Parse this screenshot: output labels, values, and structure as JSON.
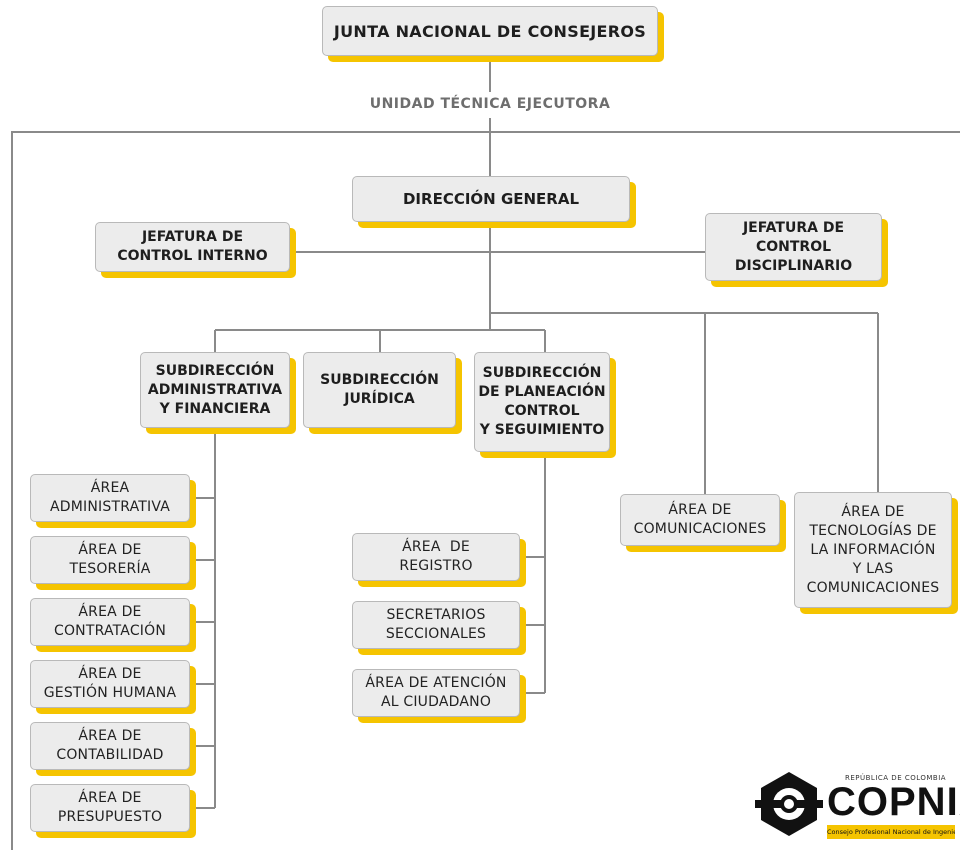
{
  "colors": {
    "accent": "#f5c400",
    "box_fill": "#ececec",
    "line": "#8a8a8a"
  },
  "top": {
    "title": "JUNTA NACIONAL DE CONSEJEROS"
  },
  "unit_label": "UNIDAD TÉCNICA EJECUTORA",
  "direccion": {
    "title": "DIRECCIÓN GENERAL"
  },
  "jefaturas": {
    "control_interno": [
      "JEFATURA DE",
      "CONTROL INTERNO"
    ],
    "control_disciplinario": [
      "JEFATURA DE",
      "CONTROL",
      "DISCIPLINARIO"
    ]
  },
  "subdirecciones": {
    "administrativa": [
      "SUBDIRECCIÓN",
      "ADMINISTRATIVA",
      "Y FINANCIERA"
    ],
    "juridica": [
      "SUBDIRECCIÓN",
      "JURÍDICA"
    ],
    "planeacion": [
      "SUBDIRECCIÓN",
      "DE PLANEACIÓN",
      "CONTROL",
      "Y SEGUIMIENTO"
    ]
  },
  "areas_admin": [
    [
      "ÁREA",
      "ADMINISTRATIVA"
    ],
    [
      "ÁREA DE",
      "TESORERÍA"
    ],
    [
      "ÁREA DE",
      "CONTRATACIÓN"
    ],
    [
      "ÁREA DE",
      "GESTIÓN HUMANA"
    ],
    [
      "ÁREA DE",
      "CONTABILIDAD"
    ],
    [
      "ÁREA DE",
      "PRESUPUESTO"
    ]
  ],
  "areas_planeacion": [
    [
      "ÁREA  DE",
      "REGISTRO"
    ],
    [
      "SECRETARIOS",
      "SECCIONALES"
    ],
    [
      "ÁREA DE ATENCIÓN",
      "AL CIUDADANO"
    ]
  ],
  "areas_direct": {
    "comunicaciones": [
      "ÁREA DE",
      "COMUNICACIONES"
    ],
    "tecnologias": [
      "ÁREA DE",
      "TECNOLOGÍAS DE",
      "LA INFORMACIÓN",
      "Y LAS",
      "COMUNICACIONES"
    ]
  },
  "logo": {
    "small": "REPÚBLICA DE COLOMBIA",
    "name": "COPNIA",
    "tagline": "Consejo Profesional Nacional de Ingeniería"
  }
}
